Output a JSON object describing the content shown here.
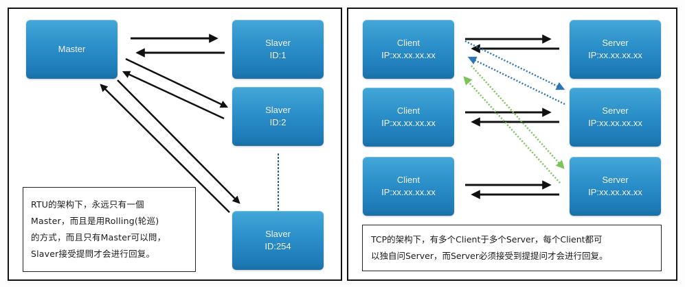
{
  "rtu": {
    "master": {
      "label": "Master"
    },
    "slaves": [
      {
        "name": "Slaver",
        "id": "ID:1"
      },
      {
        "name": "Slaver",
        "id": "ID:2"
      },
      {
        "name": "Slaver",
        "id": "ID:254"
      }
    ],
    "note_lines": [
      "RTU的架构下，永远只有一個",
      "Master，而且是用Rolling(轮巡)",
      "的方式，而且只有Master可以問，",
      "Slaver接受提問才会进行回复。"
    ]
  },
  "tcp": {
    "clients": [
      {
        "name": "Client",
        "ip": "IP:xx.xx.xx.xx"
      },
      {
        "name": "Client",
        "ip": "IP:xx.xx.xx.xx"
      },
      {
        "name": "Client",
        "ip": "IP:xx.xx.xx.xx"
      }
    ],
    "servers": [
      {
        "name": "Server",
        "ip": "IP:xx.xx.xx.xx"
      },
      {
        "name": "Server",
        "ip": "IP:xx.xx.xx.xx"
      },
      {
        "name": "Server",
        "ip": "IP:xx.xx.xx.xx"
      }
    ],
    "note_lines": [
      "TCP的架构下，有多个Client于多个Server，每个Client都可",
      "以独自问Server，而Server必须接受到提提问才会进行回复。"
    ]
  },
  "colors": {
    "node_blue": "#2b8fc9",
    "arrow_black": "#111111",
    "dotted_blue": "#2f76b5",
    "dotted_green": "#7cc35a"
  }
}
